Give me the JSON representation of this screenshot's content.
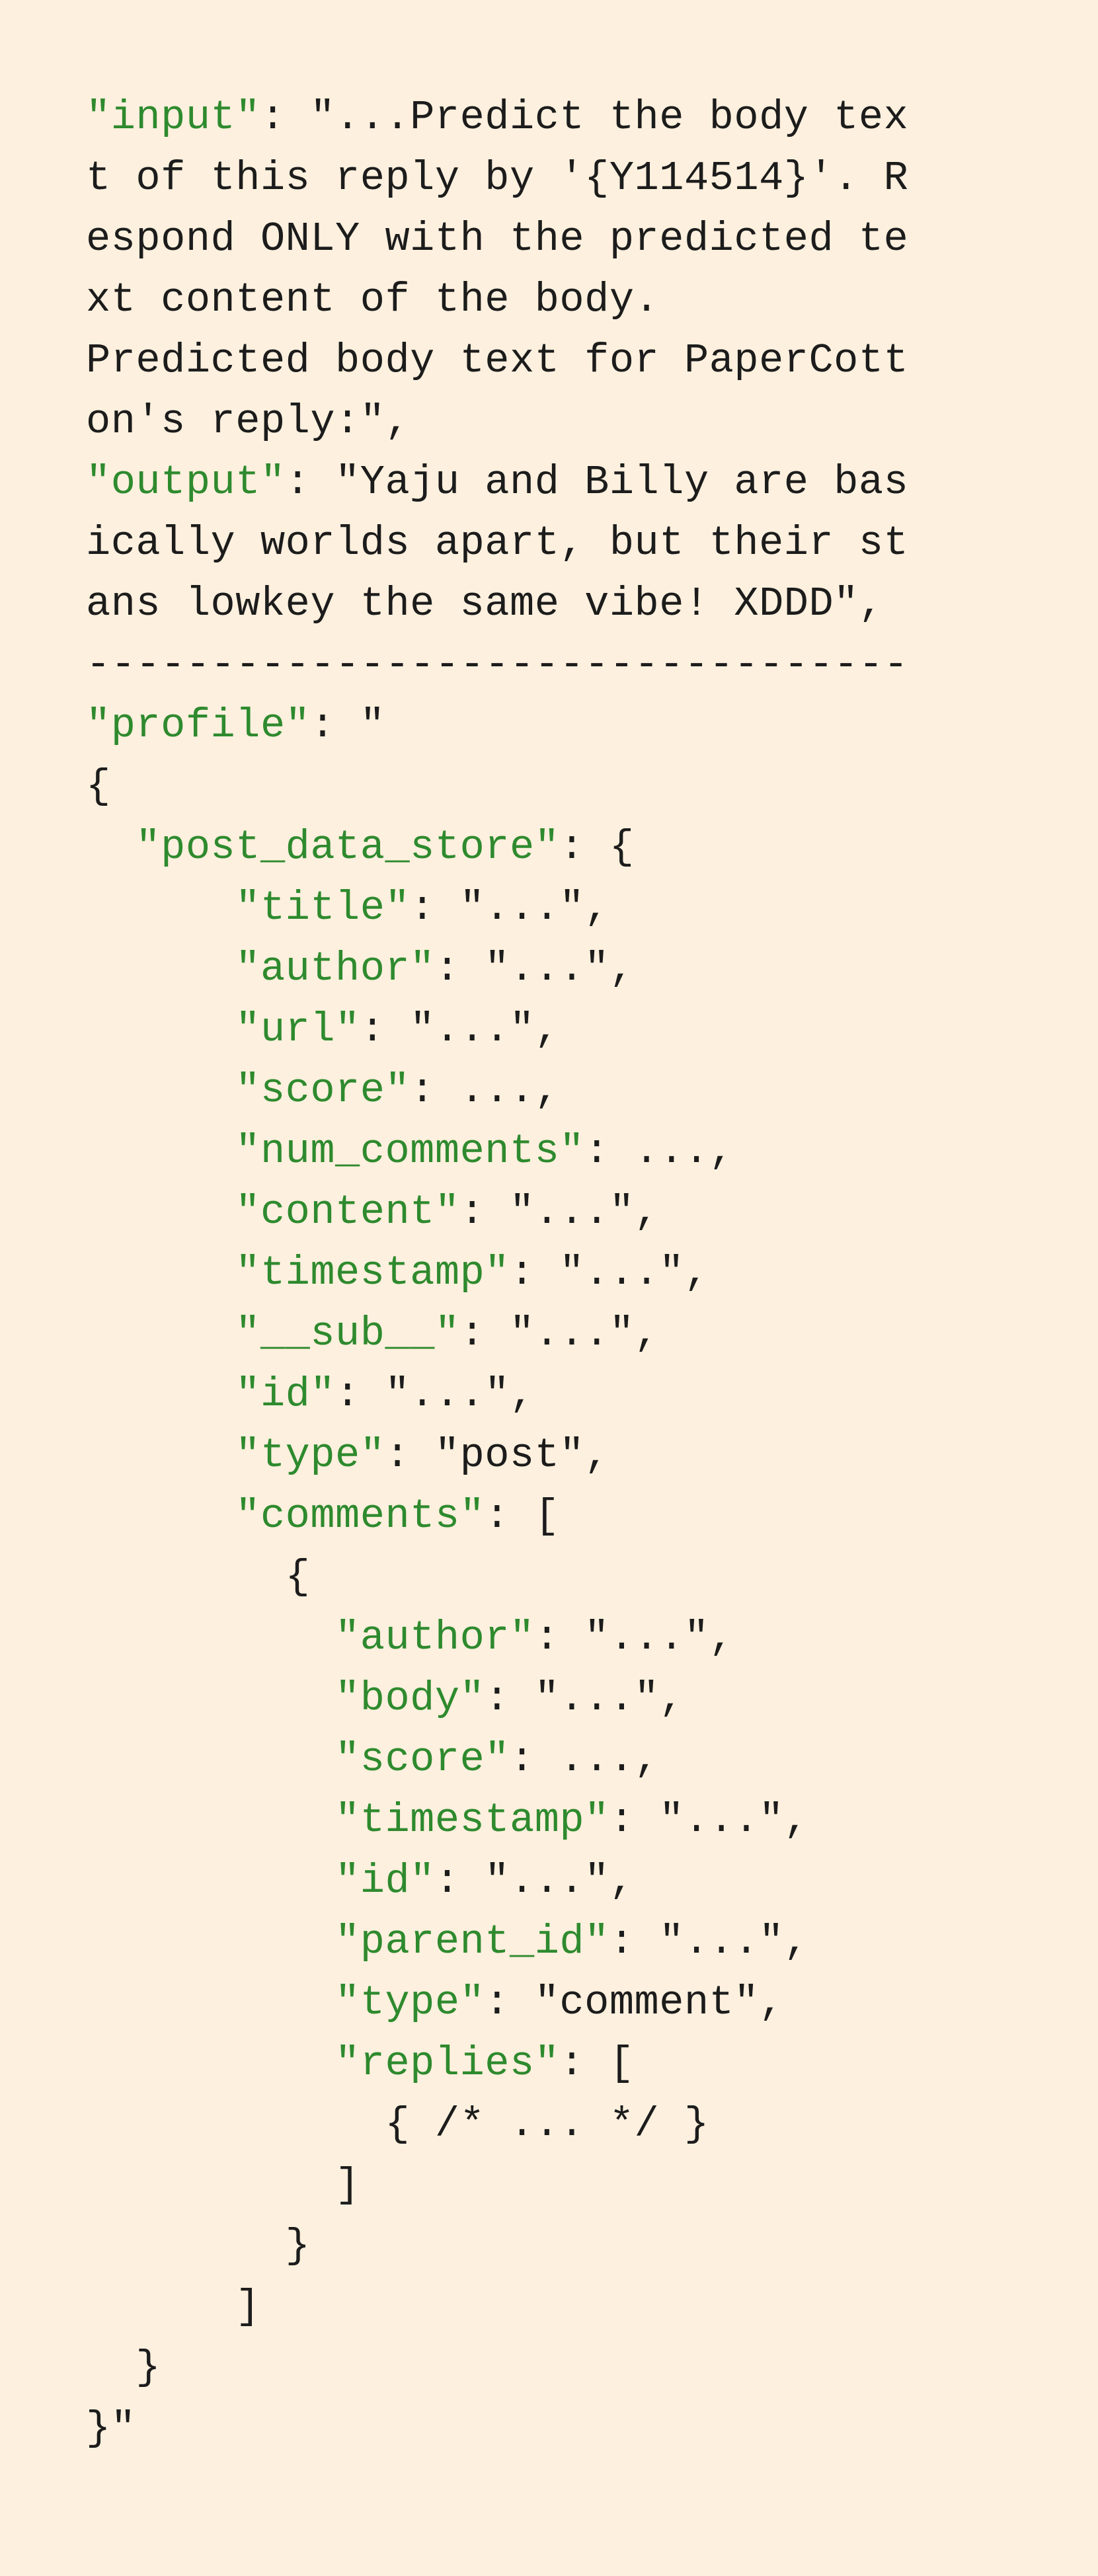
{
  "lines": [
    {
      "key": "\"input\"",
      "rest": ": \"...Predict the body tex"
    },
    {
      "key": "",
      "rest": "t of this reply by '{Y114514}'. R"
    },
    {
      "key": "",
      "rest": "espond ONLY with the predicted te"
    },
    {
      "key": "",
      "rest": "xt content of the body."
    },
    {
      "key": "",
      "rest": "Predicted body text for PaperCott"
    },
    {
      "key": "",
      "rest": "on's reply:\","
    },
    {
      "key": "\"output\"",
      "rest": ": \"Yaju and Billy are bas"
    },
    {
      "key": "",
      "rest": "ically worlds apart, but their st"
    },
    {
      "key": "",
      "rest": "ans lowkey the same vibe! XDDD\","
    },
    {
      "key": "",
      "rest": "---------------------------------"
    },
    {
      "key": "\"profile\"",
      "rest": ": \""
    },
    {
      "key": "",
      "rest": "{"
    },
    {
      "key": "  \"post_data_store\"",
      "rest": ": {"
    },
    {
      "key": "      \"title\"",
      "rest": ": \"...\","
    },
    {
      "key": "      \"author\"",
      "rest": ": \"...\","
    },
    {
      "key": "      \"url\"",
      "rest": ": \"...\","
    },
    {
      "key": "      \"score\"",
      "rest": ": ...,"
    },
    {
      "key": "      \"num_comments\"",
      "rest": ": ...,"
    },
    {
      "key": "      \"content\"",
      "rest": ": \"...\","
    },
    {
      "key": "      \"timestamp\"",
      "rest": ": \"...\","
    },
    {
      "key": "      \"__sub__\"",
      "rest": ": \"...\","
    },
    {
      "key": "      \"id\"",
      "rest": ": \"...\","
    },
    {
      "key": "      \"type\"",
      "rest": ": \"post\","
    },
    {
      "key": "      \"comments\"",
      "rest": ": ["
    },
    {
      "key": "",
      "rest": "        {"
    },
    {
      "key": "          \"author\"",
      "rest": ": \"...\","
    },
    {
      "key": "          \"body\"",
      "rest": ": \"...\","
    },
    {
      "key": "          \"score\"",
      "rest": ": ...,"
    },
    {
      "key": "          \"timestamp\"",
      "rest": ": \"...\","
    },
    {
      "key": "          \"id\"",
      "rest": ": \"...\","
    },
    {
      "key": "          \"parent_id\"",
      "rest": ": \"...\","
    },
    {
      "key": "          \"type\"",
      "rest": ": \"comment\","
    },
    {
      "key": "          \"replies\"",
      "rest": ": ["
    },
    {
      "key": "",
      "rest": "            { /* ... */ }"
    },
    {
      "key": "",
      "rest": "          ]"
    },
    {
      "key": "",
      "rest": "        }"
    },
    {
      "key": "",
      "rest": "      ]"
    },
    {
      "key": "",
      "rest": "  }"
    },
    {
      "key": "",
      "rest": "}\""
    }
  ],
  "colors": {
    "background": "#fdf0de",
    "key": "#2e8a2e",
    "text": "#1c1c1c"
  }
}
